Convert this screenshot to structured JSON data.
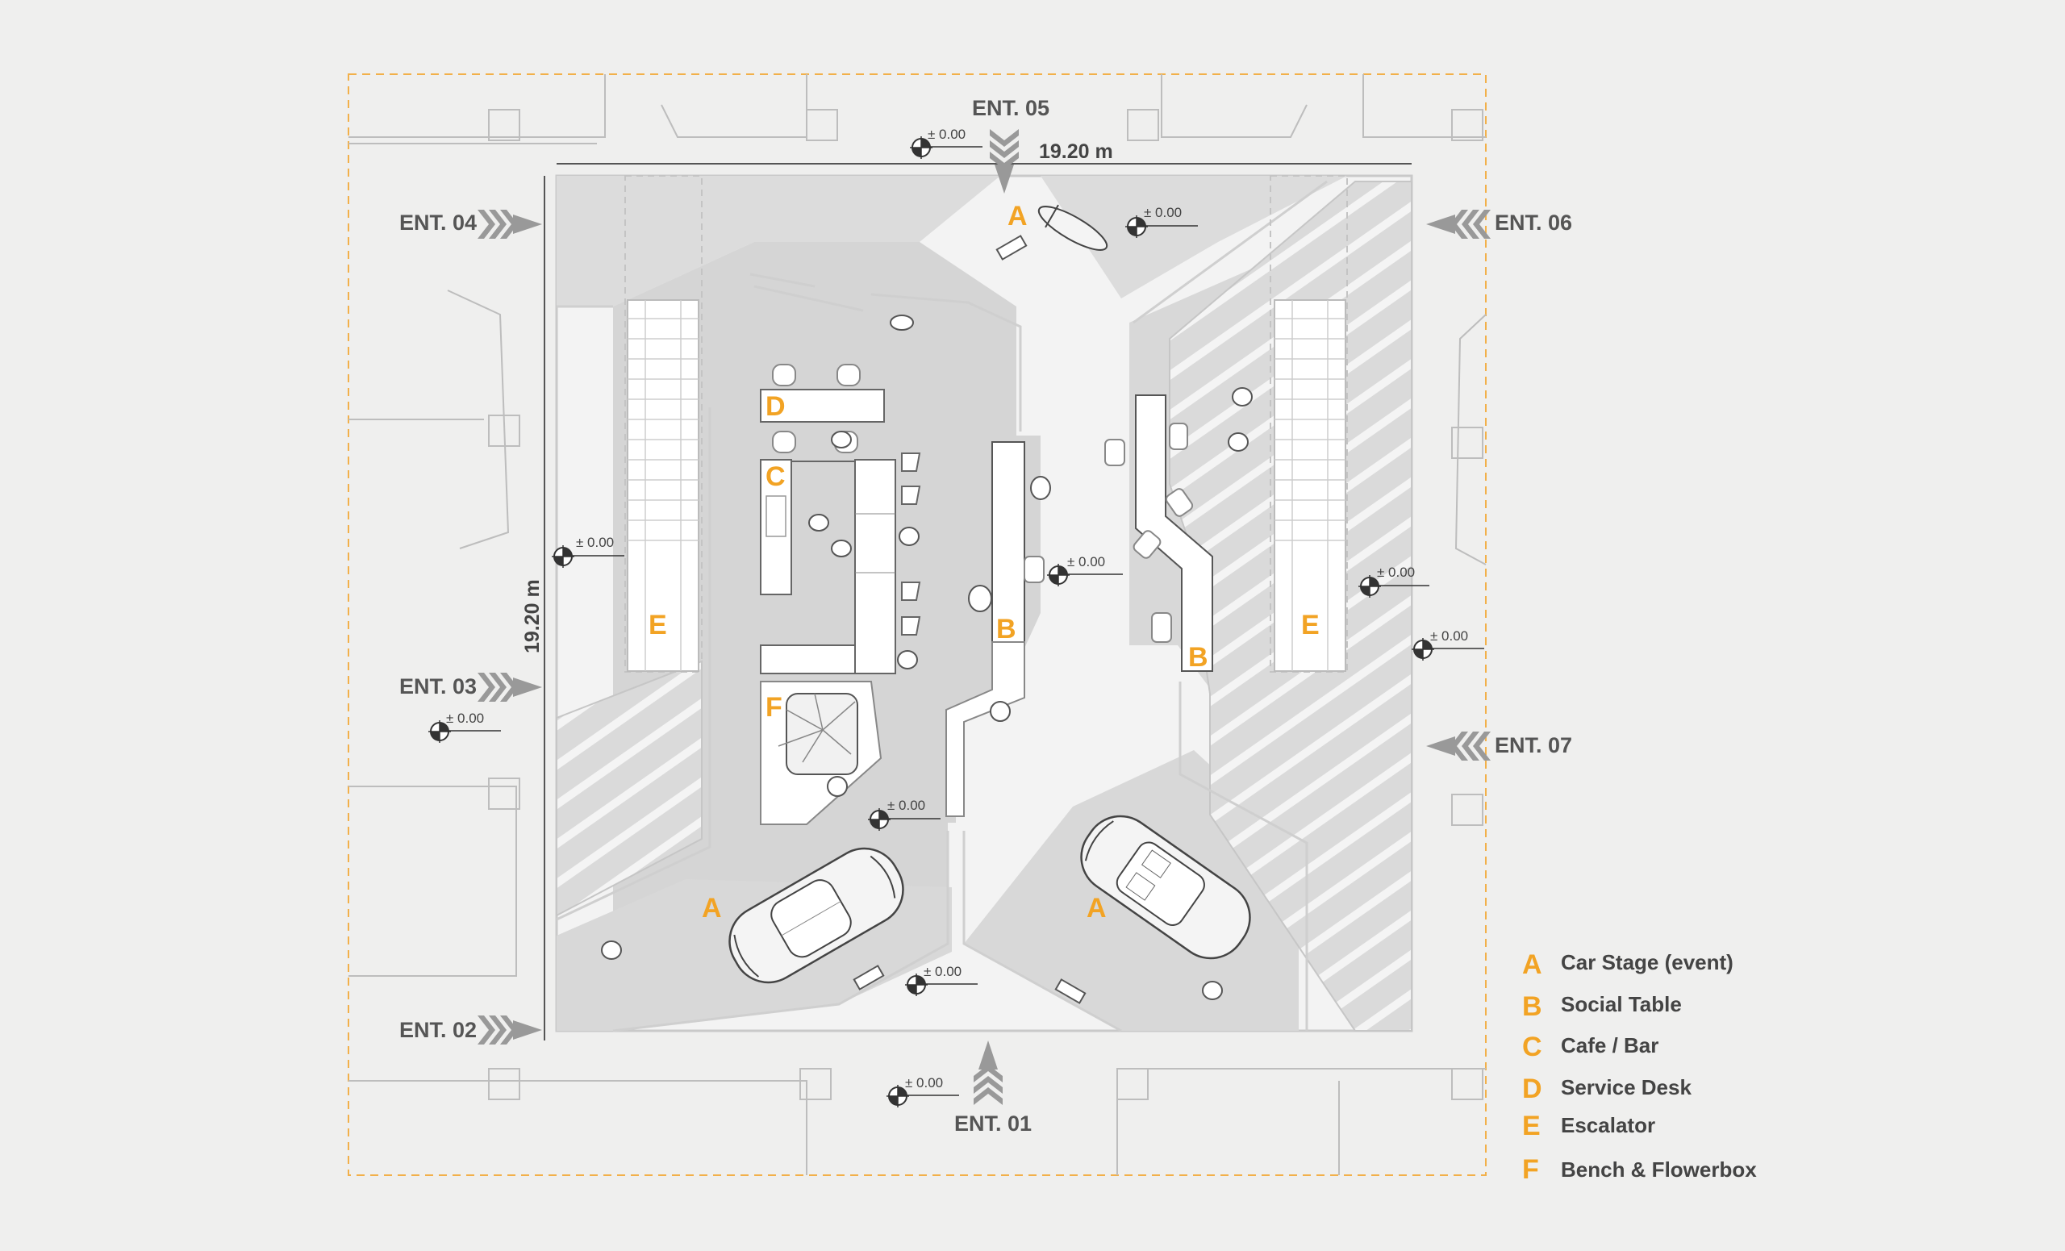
{
  "entrances": {
    "e01": "ENT. 01",
    "e02": "ENT. 02",
    "e03": "ENT. 03",
    "e04": "ENT. 04",
    "e05": "ENT. 05",
    "e06": "ENT. 06",
    "e07": "ENT. 07"
  },
  "level_marker": "± 0.00",
  "dimensions": {
    "width": "19.20 m",
    "height": "19.20 m"
  },
  "zones": {
    "a": "A",
    "b": "B",
    "c": "C",
    "d": "D",
    "e": "E",
    "f": "F"
  },
  "legend": [
    {
      "letter": "A",
      "label": "Car Stage (event)"
    },
    {
      "letter": "B",
      "label": "Social Table"
    },
    {
      "letter": "C",
      "label": "Cafe / Bar"
    },
    {
      "letter": "D",
      "label": "Service Desk"
    },
    {
      "letter": "E",
      "label": "Escalator"
    },
    {
      "letter": "F",
      "label": "Bench & Flowerbox"
    }
  ],
  "colors": {
    "accent": "#f2a324",
    "floor": "#dcdcdc",
    "background": "#efefee",
    "text": "#555555"
  }
}
